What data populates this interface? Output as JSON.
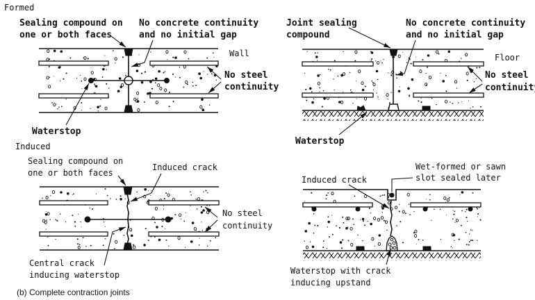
{
  "diagram": {
    "caption": "(b) Complete contraction joints",
    "sections": {
      "formed": "Formed",
      "induced": "Induced"
    },
    "panels": {
      "formed_wall": {
        "element_label": "Wall",
        "labels": {
          "sealing_l1": "Sealing compound on",
          "sealing_l2": "one or both faces",
          "concrete_l1": "No concrete continuity",
          "concrete_l2": "and no initial gap",
          "steel_l1": "No steel",
          "steel_l2": "continuity",
          "waterstop": "Waterstop"
        }
      },
      "formed_floor": {
        "element_label": "Floor",
        "labels": {
          "sealing_l1": "Joint sealing",
          "sealing_l2": "compound",
          "concrete_l1": "No concrete continuity",
          "concrete_l2": "and no initial gap",
          "steel_l1": "No steel",
          "steel_l2": "continuity",
          "waterstop": "Waterstop"
        }
      },
      "induced_wall": {
        "labels": {
          "sealing_l1": "Sealing compound on",
          "sealing_l2": "one or both faces",
          "crack": "Induced crack",
          "steel_l1": "No steel",
          "steel_l2": "continuity",
          "waterstop_l1": "Central crack",
          "waterstop_l2": "inducing waterstop"
        }
      },
      "induced_floor": {
        "labels": {
          "crack": "Induced crack",
          "slot_l1": "Wet-formed or sawn",
          "slot_l2": "slot sealed later",
          "waterstop_l1": "Waterstop with crack",
          "waterstop_l2": "inducing upstand"
        }
      }
    }
  }
}
